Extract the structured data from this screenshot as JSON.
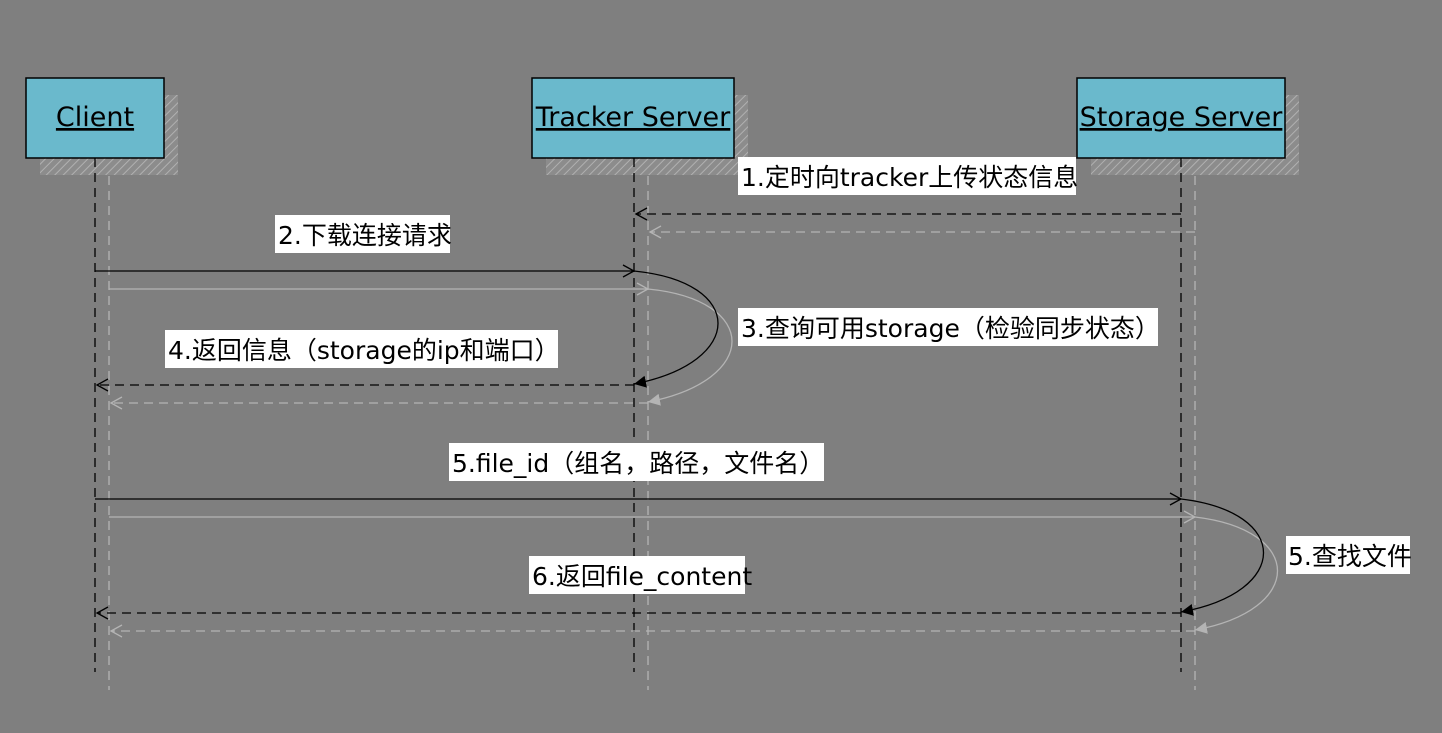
{
  "colors": {
    "background": "#7f7f7f",
    "actor_fill": "#6ab9cc",
    "line": "#000000",
    "label_bg": "#ffffff"
  },
  "actors": [
    {
      "id": "client",
      "name": "Client"
    },
    {
      "id": "tracker",
      "name": "Tracker Server"
    },
    {
      "id": "storage",
      "name": "Storage Server"
    }
  ],
  "messages": [
    {
      "id": "m1",
      "label": "1.定时向tracker上传状态信息",
      "from": "storage",
      "to": "tracker",
      "style": "dashed"
    },
    {
      "id": "m2",
      "label": "2.下载连接请求",
      "from": "client",
      "to": "tracker",
      "style": "solid"
    },
    {
      "id": "m3",
      "label": "3.查询可用storage（检验同步状态）",
      "from": "tracker",
      "to": "tracker",
      "style": "self"
    },
    {
      "id": "m4",
      "label": "4.返回信息（storage的ip和端口）",
      "from": "tracker",
      "to": "client",
      "style": "dashed"
    },
    {
      "id": "m5",
      "label": "5.file_id（组名，路径，文件名）",
      "from": "client",
      "to": "storage",
      "style": "solid"
    },
    {
      "id": "m5b",
      "label": "5.查找文件",
      "from": "storage",
      "to": "storage",
      "style": "self"
    },
    {
      "id": "m6",
      "label": "6.返回file_content",
      "from": "storage",
      "to": "client",
      "style": "dashed"
    }
  ]
}
